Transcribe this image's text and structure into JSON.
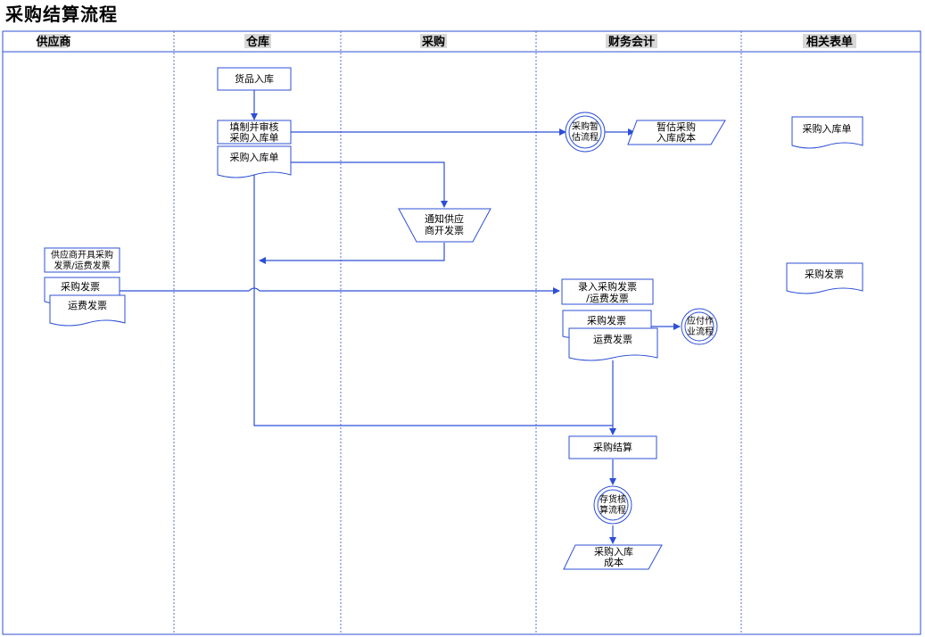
{
  "title": "采购结算流程",
  "colors": {
    "line": "#2d4fd6",
    "header_bg": "#d8d8d8"
  },
  "lanes": [
    "供应商",
    "仓库",
    "采购",
    "财务会计",
    "相关表单"
  ],
  "nodes": {
    "goods_in": "货品入库",
    "fill_review_1": "填制并审核",
    "fill_review_2": "采购入库单",
    "receipt_doc": "采购入库单",
    "notify_1": "通知供应",
    "notify_2": "商开发票",
    "supplier_issue_1": "供应商开具采购",
    "supplier_issue_2": "发票/运费发票",
    "supplier_invoice": "采购发票",
    "supplier_freight": "运费发票",
    "temp_proc_1": "采购暂",
    "temp_proc_2": "估流程",
    "temp_cost_1": "暂估采购",
    "temp_cost_2": "入库成本",
    "enter_invoice_1": "录入采购发票",
    "enter_invoice_2": "/运费发票",
    "fin_invoice": "采购发票",
    "fin_freight": "运费发票",
    "payable_1": "应付作",
    "payable_2": "业流程",
    "settle": "采购结算",
    "inv_proc_1": "存货核",
    "inv_proc_2": "算流程",
    "cost_1": "采购入库",
    "cost_2": "成本",
    "form_receipt": "采购入库单",
    "form_invoice": "采购发票"
  }
}
